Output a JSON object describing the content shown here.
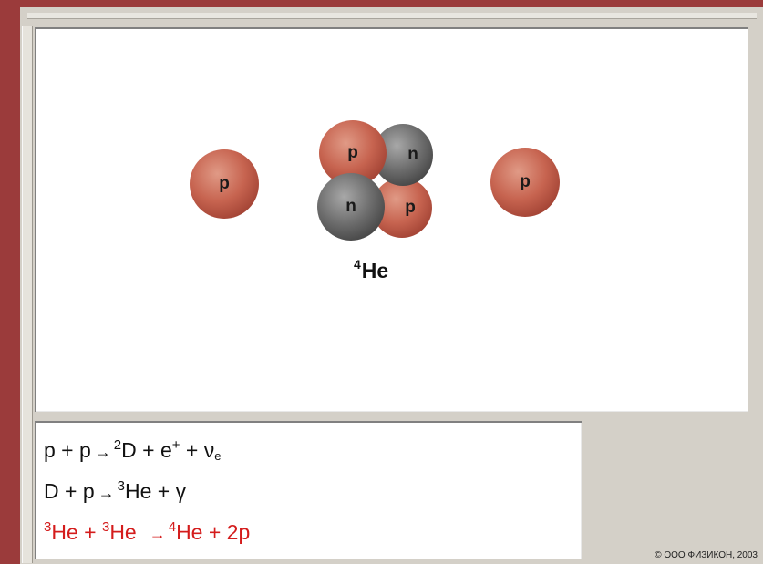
{
  "particles": {
    "proton_label": "p",
    "neutron_label": "n"
  },
  "nucleus": {
    "mass_number": "4",
    "symbol": "He"
  },
  "equations": {
    "eq1": {
      "a": "p + p",
      "d_sup": "2",
      "d": "D + e",
      "e_sup": "+",
      "nu": " + ν",
      "nu_sub": "e"
    },
    "eq2": {
      "a": "D + p",
      "he_sup": "3",
      "he": "He + γ"
    },
    "eq3": {
      "he1_sup": "3",
      "he1": "He + ",
      "he2_sup": "3",
      "he2": "He",
      "he3_sup": "4",
      "he3": "He + 2p"
    }
  },
  "arrow": "→",
  "copyright": "© ООО ФИЗИКОН, 2003",
  "colors": {
    "border": "#9b3b3b",
    "proton": "#c76450",
    "neutron": "#6e6e6e",
    "highlight": "#d41c1c"
  }
}
